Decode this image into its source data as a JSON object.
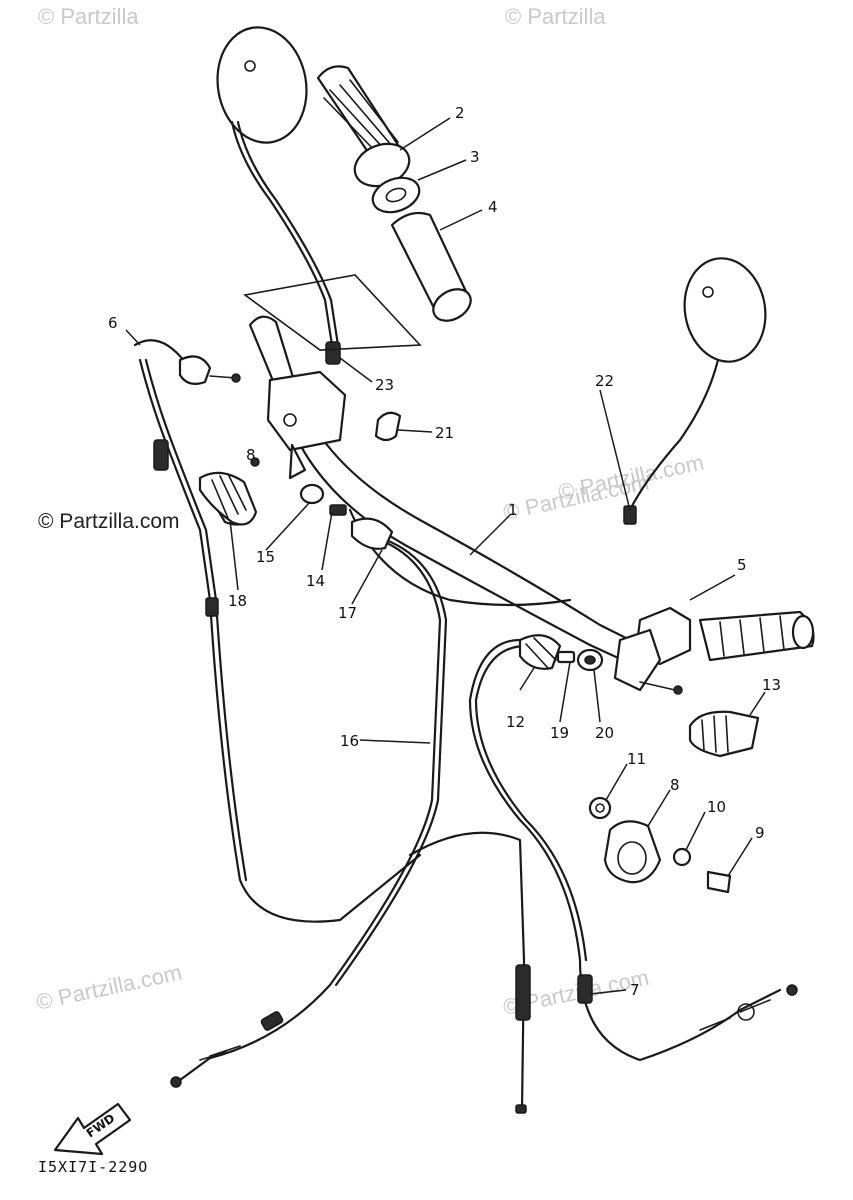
{
  "watermarks": {
    "top_left": "© Partzilla",
    "top_center": "© Partzilla",
    "left_strong": "© Partzilla.com",
    "center": "© Partzilla.com",
    "right": "© Partzilla.com",
    "bottom_left": "© Partzilla.com",
    "bottom_right": "© Partzilla.com"
  },
  "callouts": [
    "1",
    "2",
    "3",
    "4",
    "5",
    "6",
    "7",
    "8",
    "8",
    "9",
    "10",
    "11",
    "12",
    "13",
    "14",
    "15",
    "16",
    "17",
    "18",
    "19",
    "20",
    "21",
    "22",
    "23"
  ],
  "arrow_label": "FWD",
  "diagram_code": "I5XI7I-229O"
}
